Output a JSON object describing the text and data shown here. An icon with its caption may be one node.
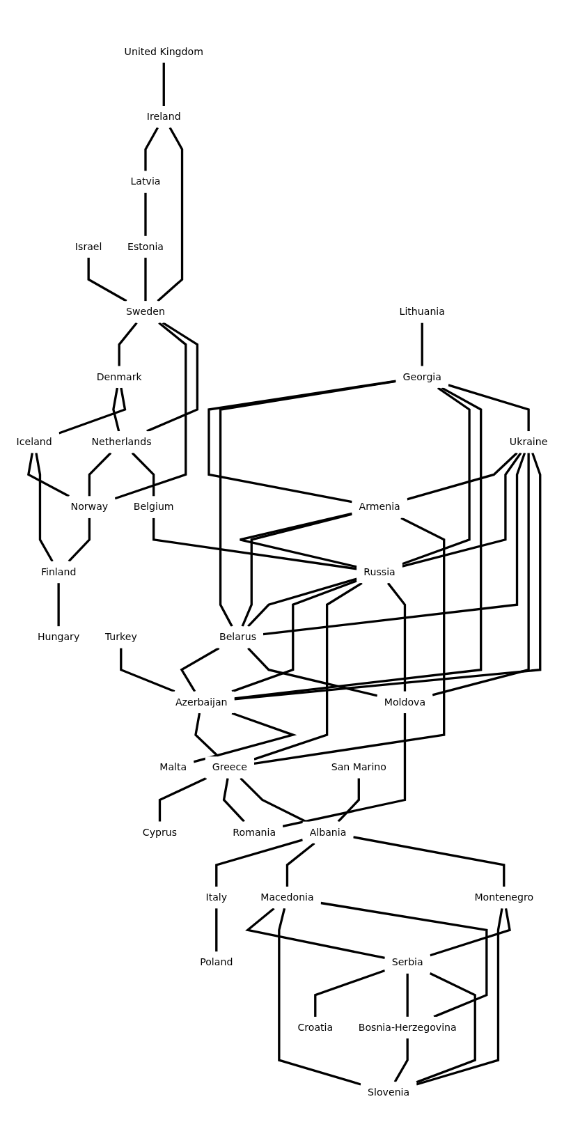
{
  "diagram": {
    "nodes": [
      {
        "text": [
          "United Kingdom"
        ]
      },
      {
        "text": [
          "Ireland"
        ]
      },
      {
        "text": [
          "Latvia"
        ]
      },
      {
        "text": [
          "Israel"
        ]
      },
      {
        "text": [
          "Estonia"
        ]
      },
      {
        "text": [
          "Sweden"
        ]
      },
      {
        "text": [
          "Denmark"
        ]
      },
      {
        "text": [
          "Netherlands"
        ]
      },
      {
        "text": [
          "Iceland"
        ]
      },
      {
        "text": [
          "Norway"
        ]
      },
      {
        "text": [
          "Lithuania"
        ]
      },
      {
        "text": [
          "Belgium"
        ]
      },
      {
        "text": [
          "Finland"
        ]
      },
      {
        "text": [
          "Georgia"
        ]
      },
      {
        "text": [
          "Hungary"
        ]
      },
      {
        "text": [
          "Ukraine"
        ]
      },
      {
        "text": [
          "Armenia"
        ]
      },
      {
        "text": [
          "Russia"
        ]
      },
      {
        "text": [
          "Turkey"
        ]
      },
      {
        "text": [
          "Belarus"
        ]
      },
      {
        "text": [
          "Azerbaijan"
        ]
      },
      {
        "text": [
          "Malta"
        ]
      },
      {
        "text": [
          "Greece"
        ]
      },
      {
        "text": [
          "Cyprus"
        ]
      },
      {
        "text": [
          "Moldova"
        ]
      },
      {
        "text": [
          "Romania"
        ]
      },
      {
        "text": [
          "San Marino"
        ]
      },
      {
        "text": [
          "Italy"
        ]
      },
      {
        "text": [
          "Albania"
        ]
      },
      {
        "text": [
          "Poland"
        ]
      },
      {
        "text": [
          "Macedonia"
        ]
      },
      {
        "text": [
          "Montenegro"
        ]
      },
      {
        "text": [
          "Serbia"
        ]
      },
      {
        "text": [
          "Croatia"
        ]
      },
      {
        "text": [
          "Bosnia-Herzegovina"
        ]
      },
      {
        "text": [
          "Slovenia"
        ]
      }
    ],
    "edges": [
      {
        "from": 0,
        "to": 1,
        "arrow": "none"
      },
      {
        "from": 1,
        "to": 2,
        "arrow": "none"
      },
      {
        "from": 1,
        "to": 5,
        "arrow": "none"
      },
      {
        "from": 2,
        "to": 4,
        "arrow": "none"
      },
      {
        "from": 3,
        "to": 5,
        "arrow": "none"
      },
      {
        "from": 4,
        "to": 5,
        "arrow": "none"
      },
      {
        "from": 5,
        "to": 6,
        "arrow": "none"
      },
      {
        "from": 5,
        "to": 9,
        "arrow": "none"
      },
      {
        "from": 5,
        "to": 7,
        "arrow": "none"
      },
      {
        "from": 6,
        "to": 7,
        "arrow": "none"
      },
      {
        "from": 6,
        "to": 8,
        "arrow": "none"
      },
      {
        "from": 8,
        "to": 9,
        "arrow": "none"
      },
      {
        "from": 7,
        "to": 9,
        "arrow": "none"
      },
      {
        "from": 7,
        "to": 11,
        "arrow": "none"
      },
      {
        "from": 8,
        "to": 12,
        "arrow": "none"
      },
      {
        "from": 9,
        "to": 12,
        "arrow": "none"
      },
      {
        "from": 12,
        "to": 14,
        "arrow": "none"
      },
      {
        "from": 11,
        "to": 17,
        "arrow": "none"
      },
      {
        "from": 10,
        "to": 13,
        "arrow": "none"
      },
      {
        "from": 13,
        "to": 16,
        "arrow": "none"
      },
      {
        "from": 13,
        "to": 19,
        "arrow": "none"
      },
      {
        "from": 13,
        "to": 17,
        "arrow": "none"
      },
      {
        "from": 13,
        "to": 20,
        "arrow": "none"
      },
      {
        "from": 13,
        "to": 15,
        "arrow": "none"
      },
      {
        "from": 15,
        "to": 16,
        "arrow": "none"
      },
      {
        "from": 16,
        "to": 17,
        "arrow": "none"
      },
      {
        "from": 16,
        "to": 19,
        "arrow": "none"
      },
      {
        "from": 16,
        "to": 22,
        "arrow": "none"
      },
      {
        "from": 15,
        "to": 17,
        "arrow": "none"
      },
      {
        "from": 15,
        "to": 19,
        "arrow": "none"
      },
      {
        "from": 15,
        "to": 24,
        "arrow": "none"
      },
      {
        "from": 15,
        "to": 20,
        "arrow": "none"
      },
      {
        "from": 17,
        "to": 19,
        "arrow": "none"
      },
      {
        "from": 17,
        "to": 20,
        "arrow": "none"
      },
      {
        "from": 17,
        "to": 22,
        "arrow": "none"
      },
      {
        "from": 17,
        "to": 24,
        "arrow": "none"
      },
      {
        "from": 19,
        "to": 20,
        "arrow": "none"
      },
      {
        "from": 19,
        "to": 24,
        "arrow": "none"
      },
      {
        "from": 20,
        "to": 22,
        "arrow": "none"
      },
      {
        "from": 18,
        "to": 20,
        "arrow": "none"
      },
      {
        "from": 20,
        "to": 21,
        "arrow": "none"
      },
      {
        "from": 22,
        "to": 23,
        "arrow": "none"
      },
      {
        "from": 22,
        "to": 25,
        "arrow": "none"
      },
      {
        "from": 22,
        "to": 28,
        "arrow": "none"
      },
      {
        "from": 24,
        "to": 25,
        "arrow": "none"
      },
      {
        "from": 26,
        "to": 28,
        "arrow": "none"
      },
      {
        "from": 28,
        "to": 27,
        "arrow": "none"
      },
      {
        "from": 27,
        "to": 29,
        "arrow": "none"
      },
      {
        "from": 28,
        "to": 30,
        "arrow": "none"
      },
      {
        "from": 28,
        "to": 31,
        "arrow": "none"
      },
      {
        "from": 30,
        "to": 32,
        "arrow": "none"
      },
      {
        "from": 30,
        "to": 35,
        "arrow": "none"
      },
      {
        "from": 30,
        "to": 34,
        "arrow": "none"
      },
      {
        "from": 31,
        "to": 35,
        "arrow": "none"
      },
      {
        "from": 31,
        "to": 32,
        "arrow": "none"
      },
      {
        "from": 32,
        "to": 33,
        "arrow": "none"
      },
      {
        "from": 32,
        "to": 34,
        "arrow": "none"
      },
      {
        "from": 32,
        "to": 35,
        "arrow": "none"
      },
      {
        "from": 34,
        "to": 35,
        "arrow": "none"
      }
    ]
  }
}
